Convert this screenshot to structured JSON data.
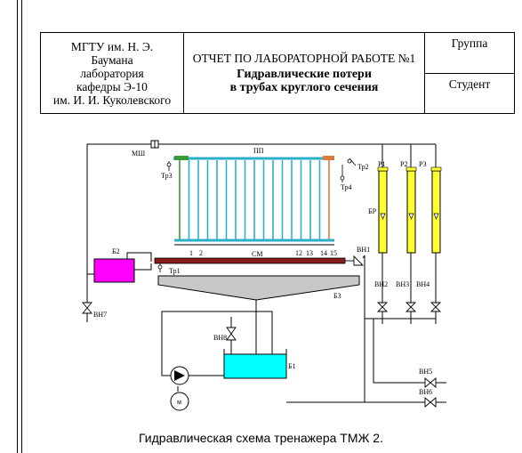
{
  "header": {
    "left_lines": [
      "МГТУ им. Н. Э.",
      "Баумана",
      "лаборатория",
      "кафедры Э-10",
      "им. И. И. Куколевского"
    ],
    "report_label": "ОТЧЕТ ПО ЛАБОРАТОРНОЙ РАБОТЕ №1",
    "report_title_lines": [
      "Гидравлические потери",
      "в трубах круглого сечения"
    ],
    "group_label": "Группа",
    "student_label": "Студент"
  },
  "diagram": {
    "labels": {
      "msh": "МШ",
      "pp": "ПП",
      "tr3": "Тр3",
      "tr2": "Тр2",
      "tr4": "Тр4",
      "p1": "Р1",
      "p2": "Р2",
      "p3": "Р3",
      "br": "БР",
      "b2": "Б2",
      "tr1": "Тр1",
      "sm": "СМ",
      "vn1": "ВН1",
      "b3": "Б3",
      "vn2": "ВН2",
      "vn3": "ВН3",
      "vn4": "ВН4",
      "vn7": "ВН7",
      "vn8": "ВН8",
      "b1": "Б1",
      "vn5": "ВН5",
      "vn6": "ВН6",
      "motor": "м",
      "n1": "1",
      "n2": "2",
      "n12": "12",
      "n13": "13",
      "n14": "14",
      "n15": "15"
    },
    "colors": {
      "tube_blue": "#2bb0c8",
      "tube_green": "#3a9a3a",
      "tube_orange": "#e07a3a",
      "tank_b2": "#ff00ff",
      "tank_b1": "#00ffff",
      "rotameter": "#ffff33",
      "collector": "#8b1a1a",
      "tray": "#c8c8c8",
      "line": "#000000"
    }
  },
  "caption": "Гидравлическая схема тренажера ТМЖ 2."
}
